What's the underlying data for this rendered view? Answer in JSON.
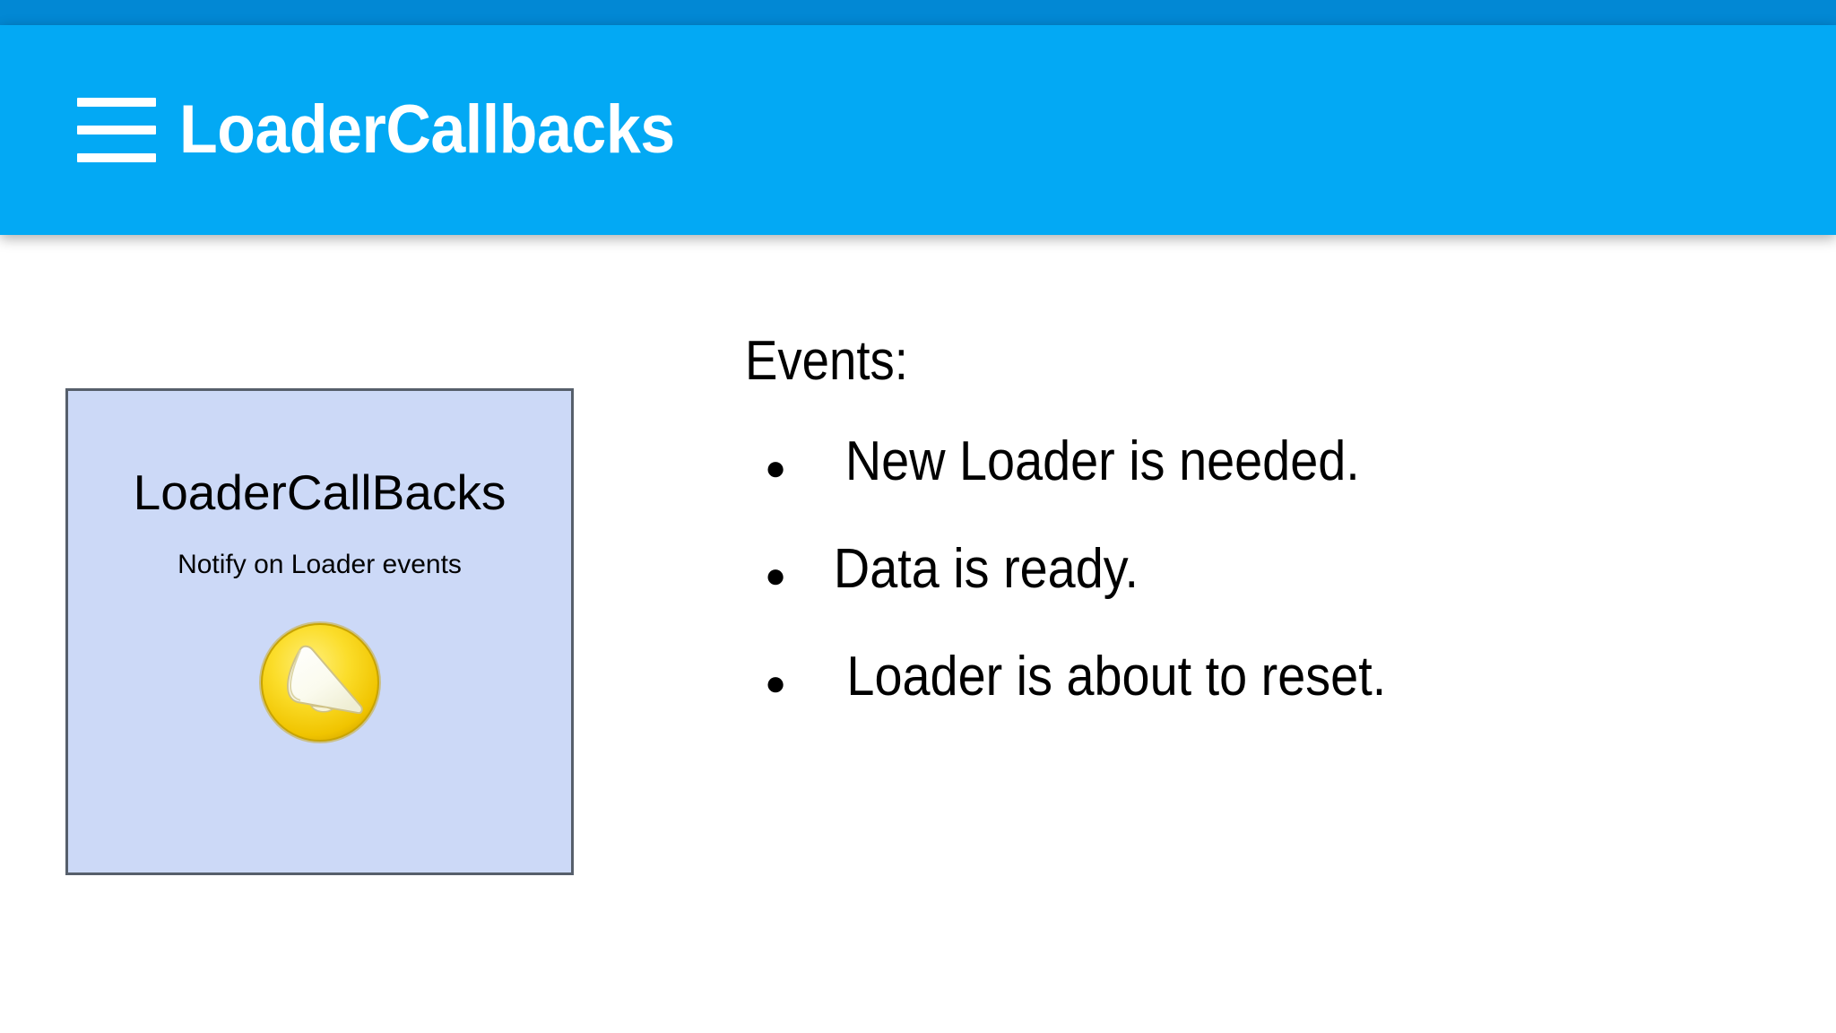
{
  "app": {
    "title": "LoaderCallbacks",
    "menu_icon": "hamburger-menu-icon",
    "status_bar_color": "#0288d4",
    "app_bar_color": "#03a9f4",
    "title_color": "#ffffff"
  },
  "slide": {
    "background_color": "#ffffff",
    "callout": {
      "title": "LoaderCallBacks",
      "subtitle": "Notify on Loader events",
      "icon": "megaphone-icon",
      "fill_color": "#ccd9f7",
      "border_color": "#565f6b",
      "icon_colors": {
        "circle": "#f6d720",
        "circle_edge": "#c9a900",
        "horn": "#fdfdf5"
      }
    },
    "events": {
      "heading": "Events:",
      "bullet_glyph": "●",
      "items": [
        {
          "text": "New Loader is needed."
        },
        {
          "text": "Data is ready."
        },
        {
          "text": "Loader is about to reset."
        }
      ]
    }
  }
}
